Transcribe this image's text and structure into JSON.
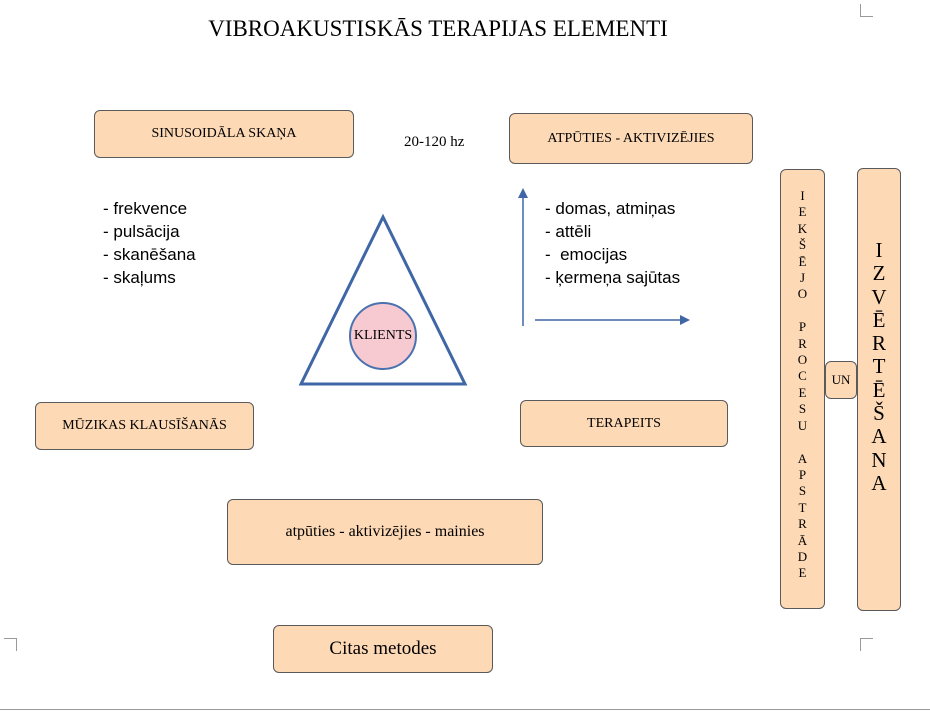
{
  "title": "VIBROAKUSTISKĀS TERAPIJAS ELEMENTI",
  "boxes": {
    "sinus": "SINUSOIDĀLA SKAŅA",
    "atputies": "ATPŪTIES - AKTIVIZĒJIES",
    "muzikas": "MŪZIKAS KLAUSĪŠANĀS",
    "terapeits": "TERAPEITS",
    "atputies_mainies": "atpūties - aktivizējies - mainies",
    "citas": "Citas metodes",
    "un": "UN"
  },
  "frequency_label": "20-120 hz",
  "center_label": "KLIENTS",
  "left_list": [
    "- frekvence",
    "- pulsācija",
    "- skanēšana",
    "- skaļums"
  ],
  "right_list": [
    "- domas, atmiņas",
    "- attēli",
    "-  emocijas",
    "- ķermeņa sajūtas"
  ],
  "vertical_left_letters": [
    "I",
    "E",
    "K",
    "Š",
    "Ē",
    "J",
    "O",
    "",
    "P",
    "R",
    "O",
    "C",
    "E",
    "S",
    "U",
    "",
    "A",
    "P",
    "S",
    "T",
    "R",
    "Ā",
    "D",
    "E"
  ],
  "vertical_right_letters": [
    "I",
    "Z",
    "V",
    "Ē",
    "R",
    "T",
    "Ē",
    "Š",
    "A",
    "N",
    "A"
  ],
  "colors": {
    "box_fill": "#fdd9b5",
    "arrow": "#3f67a6",
    "circle_fill": "#f7cad2"
  }
}
